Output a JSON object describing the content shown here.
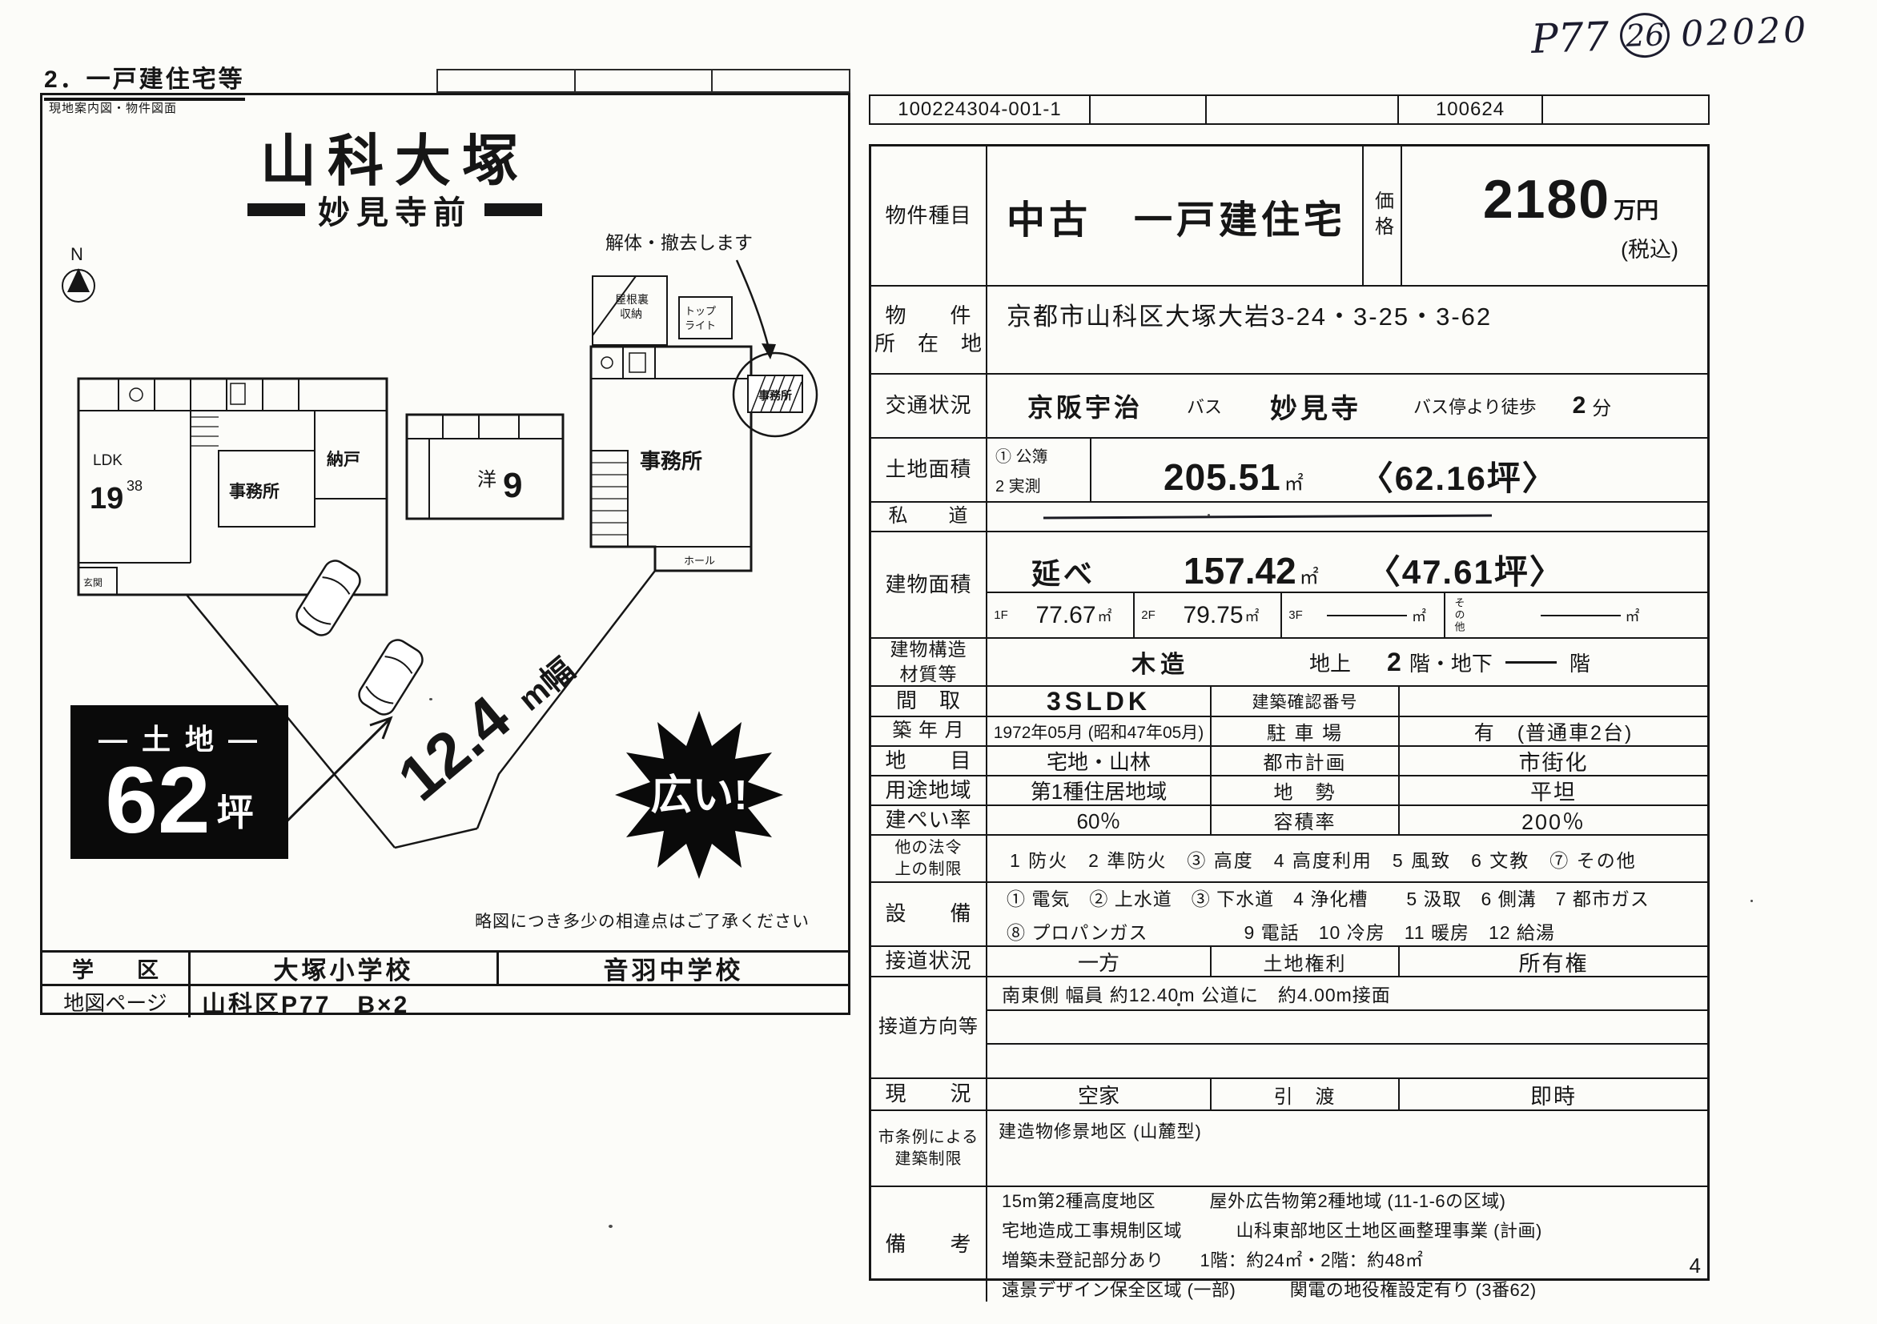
{
  "annotations": {
    "page_ref": "P77",
    "circled": "26",
    "code": "02020"
  },
  "left_panel": {
    "section_title": "2．一戸建住宅等",
    "corner_label": "現地案内図・物件図面",
    "title": "山科大塚",
    "subtitle": "妙見寺前",
    "north": "N",
    "demolish_note": "解体・撤去します",
    "floorplan": {
      "ldk": "LDK",
      "ldk_num": "19",
      "ldk_sup": "38",
      "storage": "納戸",
      "office_a": "事務所",
      "entrance": "玄関",
      "western": "洋",
      "western_num": "9",
      "office_b": "事務所",
      "office_c": "事務所",
      "hall": "ホール",
      "attic_1": "屋根裏",
      "attic_2": "収納",
      "toplight_1": "トップ",
      "toplight_2": "ライト",
      "width_number": "12.4",
      "width_unit": "m幅"
    },
    "land_badge": {
      "prefix": "― 土 地 ―",
      "number": "62",
      "unit": "坪"
    },
    "starburst": "広い!",
    "disclaimer": "略図につき多少の相違点はご了承ください",
    "school": {
      "label": "学　　区",
      "elementary": "大塚小学校",
      "junior_high": "音羽中学校"
    },
    "map_page": {
      "label": "地図ページ",
      "value": "山科区P77　B×2"
    }
  },
  "right_panel": {
    "doc_number": "100224304-001-1",
    "doc_date": "100624",
    "page_number": "4",
    "rows": {
      "type": {
        "label": "物件種目",
        "value": "中古　一戸建住宅",
        "price_label": "価格",
        "price_number": "2180",
        "price_unit": "万円",
        "price_tax": "(税込)"
      },
      "address": {
        "label_1": "物　　件",
        "label_2": "所　在　地",
        "value": "京都市山科区大塚大岩3-24・3-25・3-62"
      },
      "transport": {
        "label": "交通状況",
        "line": "京阪宇治",
        "mode": "バス",
        "stop": "妙見寺",
        "walk": "バス停より徒歩",
        "minutes": "2",
        "minutes_unit": "分"
      },
      "land_area": {
        "label": "土地面積",
        "sub_1": "① 公簿",
        "sub_2": "2 実測",
        "number": "205.51",
        "unit": "㎡",
        "tsubo": "〈62.16坪〉"
      },
      "private_road": {
        "label": "私　　道"
      },
      "building_area": {
        "label": "建物面積",
        "total_label": "延べ",
        "number": "157.42",
        "unit": "㎡",
        "tsubo": "〈47.61坪〉",
        "f1_label": "1F",
        "f1": "77.67",
        "f1_unit": "㎡",
        "f2_label": "2F",
        "f2": "79.75",
        "f2_unit": "㎡",
        "f3_label": "3F",
        "f3_unit": "㎡",
        "other_label": "その他",
        "other_unit": "㎡"
      },
      "structure": {
        "label_1": "建物構造",
        "label_2": "材質等",
        "material": "木造",
        "above_label": "地上",
        "above": "2",
        "mid": "階・地下",
        "unit": "階"
      },
      "layout": {
        "label": "間　取",
        "value": "3SLDK",
        "confirm_label": "建築確認番号"
      },
      "built": {
        "label": "築 年 月",
        "value": "1972年05月 (昭和47年05月)",
        "parking_label": "駐 車 場",
        "parking_value": "有　(普通車2台)"
      },
      "land_cat": {
        "label": "地　　目",
        "value": "宅地・山林",
        "plan_label": "都市計画",
        "plan_value": "市街化"
      },
      "zoning": {
        "label": "用途地域",
        "value": "第1種住居地域",
        "terrain_label": "地　勢",
        "terrain_value": "平坦"
      },
      "coverage": {
        "label": "建ぺい率",
        "value": "60％",
        "far_label": "容積率",
        "far_value": "200％"
      },
      "legal": {
        "label_1": "他の法令",
        "label_2": "上の制限",
        "items": "1 防火　2 準防火　③ 高度　4 高度利用　5 風致　6 文教　⑦ その他"
      },
      "facilities": {
        "label": "設　　備",
        "line_1": "① 電気　② 上水道　③ 下水道　4 浄化槽　　5 汲取　6 側溝　7 都市ガス",
        "line_2": "⑧ プロパンガス　　　　　9 電話　10 冷房　11 暖房　12 給湯"
      },
      "road": {
        "label": "接道状況",
        "value": "一方",
        "rights_label": "土地権利",
        "rights_value": "所有権"
      },
      "road_dir": {
        "label": "接道方向等",
        "line_1": "南東側 幅員 約12.40m 公道に　約4.00m接面"
      },
      "status": {
        "label": "現　　況",
        "value": "空家",
        "handover_label": "引　渡",
        "handover_value": "即時"
      },
      "ordinance": {
        "label_1": "市条例による",
        "label_2": "建築制限",
        "value": "建造物修景地区 (山麓型)"
      },
      "remarks": {
        "label": "備　　考",
        "line_1": "15m第2種高度地区　　　屋外広告物第2種地域 (11-1-6の区域)",
        "line_2": "宅地造成工事規制区域　　　山科東部地区土地区画整理事業 (計画)",
        "line_3": "増築未登記部分あり　　1階：約24㎡・2階：約48㎡",
        "line_4": "遠景デザイン保全区域 (一部)　　　関電の地役権設定有り (3番62)"
      }
    }
  }
}
